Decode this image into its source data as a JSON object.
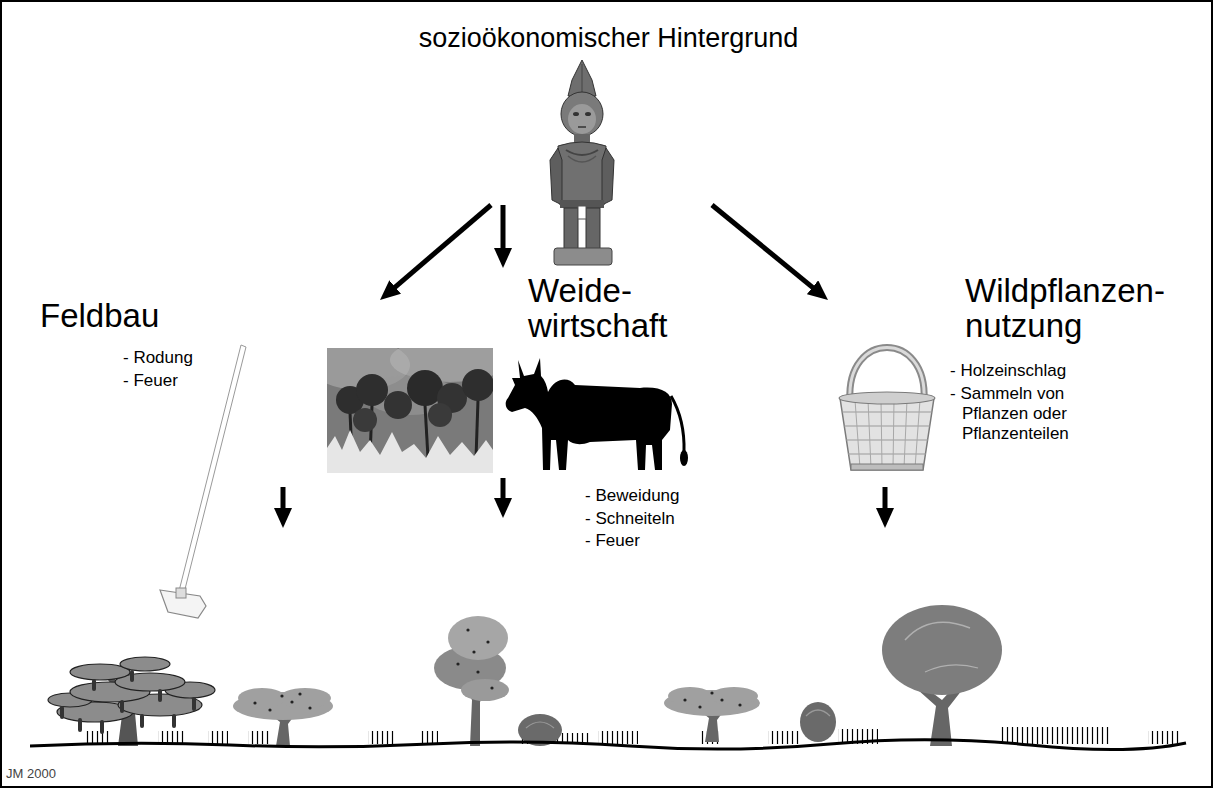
{
  "diagram": {
    "nodes": [
      {
        "text": [
          "sozioökonomischer Hintergrund"
        ]
      },
      {
        "text": [
          "Feldbau",
          "- Rodung",
          "- Feuer"
        ]
      },
      {
        "text": [
          "Weide- wirtschaft",
          "- Beweidung",
          "- Schneiteln",
          "- Feuer"
        ]
      },
      {
        "text": [
          "Wildpflanzen- nutzung",
          "- Holzeinschlag",
          "- Sammeln von Pflanzen oder Pflanzenteilen"
        ]
      }
    ],
    "edges": [
      {
        "from": 0,
        "to": 1,
        "arrow": "to"
      },
      {
        "from": 0,
        "to": 2,
        "arrow": "to"
      },
      {
        "from": 0,
        "to": 3,
        "arrow": "to"
      }
    ],
    "labels": [
      "JM 2000"
    ]
  }
}
